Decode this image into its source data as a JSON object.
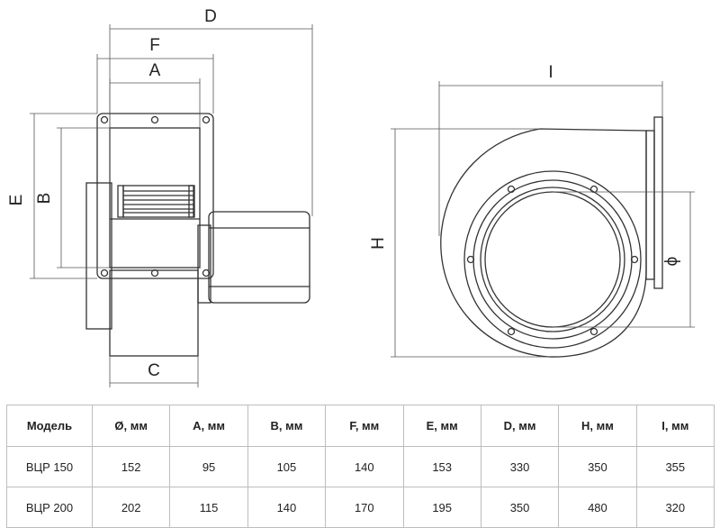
{
  "dimension_labels": {
    "D": "D",
    "F": "F",
    "A": "A",
    "E": "E",
    "B": "B",
    "C": "C",
    "I": "I",
    "H": "H",
    "phi": "ϕ"
  },
  "table": {
    "headers": [
      "Модель",
      "Ø, мм",
      "A, мм",
      "B, мм",
      "F, мм",
      "E, мм",
      "D, мм",
      "H, мм",
      "I, мм"
    ],
    "rows": [
      [
        "ВЦР 150",
        "152",
        "95",
        "105",
        "140",
        "153",
        "330",
        "350",
        "355"
      ],
      [
        "ВЦР 200",
        "202",
        "115",
        "140",
        "170",
        "195",
        "350",
        "480",
        "320"
      ]
    ]
  },
  "colors": {
    "line": "#333333",
    "thin_line": "#555555",
    "table_border": "#bdbdbd"
  }
}
